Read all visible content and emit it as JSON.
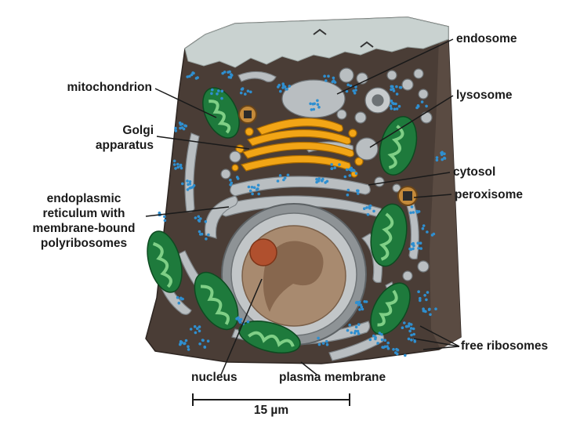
{
  "labels": {
    "endosome": "endosome",
    "mitochondrion": "mitochondrion",
    "lysosome": "lysosome",
    "golgi": [
      "Golgi",
      "apparatus"
    ],
    "cytosol": "cytosol",
    "peroxisome": "peroxisome",
    "er": [
      "endoplasmic",
      "reticulum with",
      "membrane-bound",
      "polyribosomes"
    ],
    "free_ribosomes": "free ribosomes",
    "nucleus": "nucleus",
    "plasma_membrane": "plasma membrane"
  },
  "scale_bar": {
    "label": "15 µm"
  },
  "colors": {
    "cytoplasm": "#4a3d36",
    "cell_top": "#c9d2d0",
    "mito_green": "#1e7a3c",
    "mito_light": "#5fb06a",
    "golgi": "#f2a516",
    "er_gray": "#a8adb0",
    "ribosome": "#2f8fd0",
    "nucleus_tan": "#a88a6f"
  }
}
